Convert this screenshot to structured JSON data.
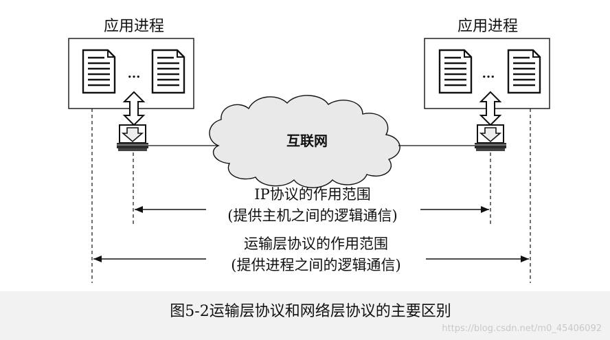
{
  "left_host": {
    "title": "应用进程",
    "ellipsis": "..."
  },
  "right_host": {
    "title": "应用进程",
    "ellipsis": "..."
  },
  "cloud_label": "互联网",
  "ip_scope": {
    "line1": "IP协议的作用范围",
    "line2": "(提供主机之间的逻辑通信)"
  },
  "transport_scope": {
    "line1": "运输层协议的作用范围",
    "line2": "(提供进程之间的逻辑通信)"
  },
  "caption": "图5-2运输层协议和网络层协议的主要区别",
  "watermark": "https://blog.csdn.net/m0_45406092"
}
